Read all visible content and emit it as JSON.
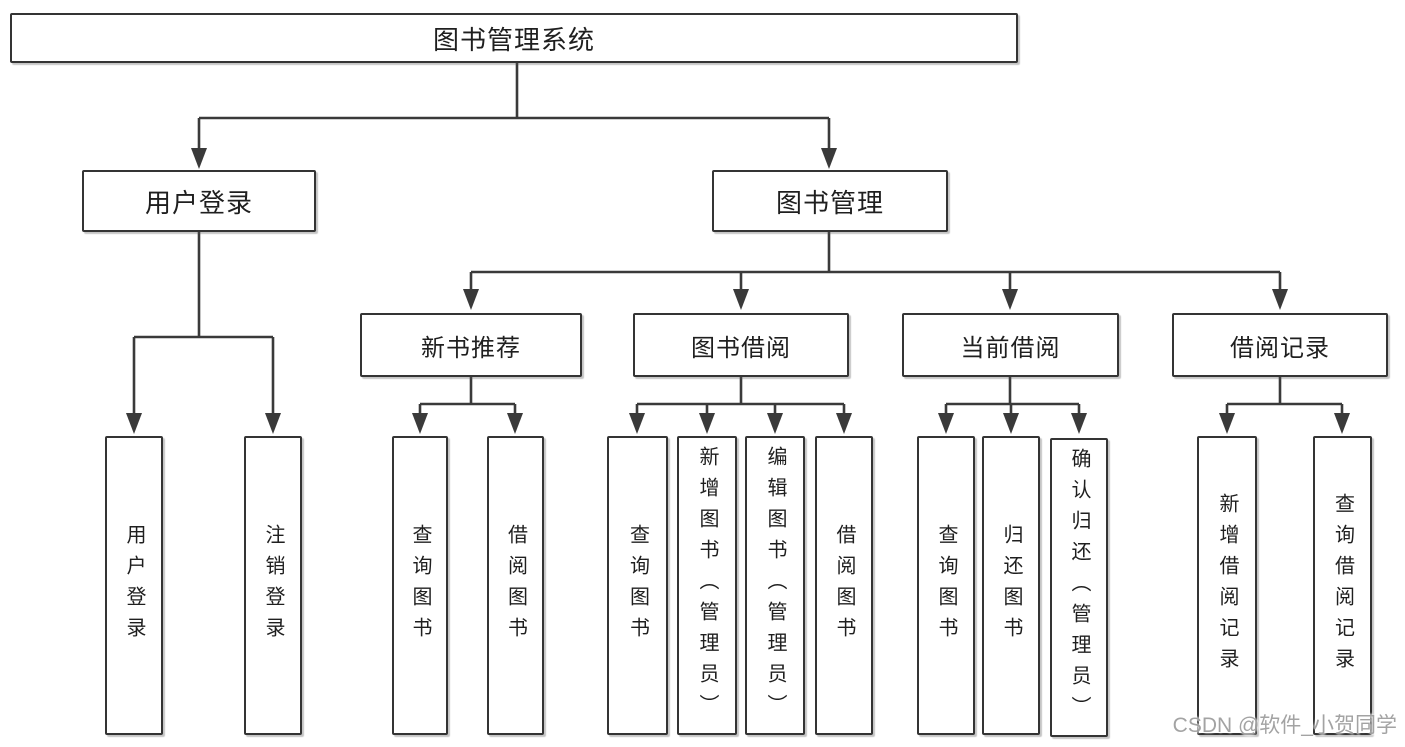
{
  "diagram_title": "图书管理系统",
  "colors": {
    "line": "#3a3a3a",
    "box_border": "#343434",
    "box_fill": "#ffffff",
    "text": "#1f1f1f",
    "watermark": "#9e9e9e"
  },
  "watermark": {
    "text": "CSDN @软件_小贺同学"
  },
  "tree": {
    "root": {
      "label": "图书管理系统",
      "children": [
        {
          "label": "用户登录",
          "children": [
            {
              "label": "用户登录"
            },
            {
              "label": "注销登录"
            }
          ]
        },
        {
          "label": "图书管理",
          "children": [
            {
              "label": "新书推荐",
              "children": [
                {
                  "label": "查询图书"
                },
                {
                  "label": "借阅图书"
                }
              ]
            },
            {
              "label": "图书借阅",
              "children": [
                {
                  "label": "查询图书"
                },
                {
                  "label": "新增图书（管理员）"
                },
                {
                  "label": "编辑图书（管理员）"
                },
                {
                  "label": "借阅图书"
                }
              ]
            },
            {
              "label": "当前借阅",
              "children": [
                {
                  "label": "查询图书"
                },
                {
                  "label": "归还图书"
                },
                {
                  "label": "确认归还（管理员）"
                }
              ]
            },
            {
              "label": "借阅记录",
              "children": [
                {
                  "label": "新增借阅记录"
                },
                {
                  "label": "查询借阅记录"
                }
              ]
            }
          ]
        }
      ]
    }
  }
}
